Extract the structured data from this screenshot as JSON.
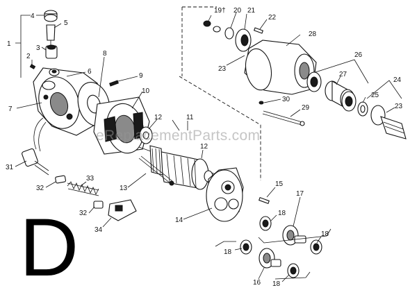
{
  "diagram": {
    "section_letter": "D",
    "watermark": "eReplacementParts.com",
    "callouts": {
      "c1": "1",
      "c2": "2",
      "c3": "3",
      "c4": "4",
      "c5": "5",
      "c6": "6",
      "c7": "7",
      "c8": "8",
      "c9": "9",
      "c10": "10",
      "c11": "11",
      "c12a": "12",
      "c12b": "12",
      "c13": "13",
      "c14": "14",
      "c15": "15",
      "c16": "16",
      "c17": "17",
      "c18a": "18",
      "c18b": "18",
      "c18c": "18",
      "c18d": "18",
      "c19": "19†",
      "c20": "20",
      "c21": "21",
      "c22": "22",
      "c23a": "23",
      "c23b": "23",
      "c24": "24",
      "c25": "25",
      "c26": "26",
      "c27": "27",
      "c28": "28",
      "c29": "29",
      "c30": "30",
      "c31": "31",
      "c32a": "32",
      "c32b": "32",
      "c33": "33",
      "c34": "34"
    }
  }
}
